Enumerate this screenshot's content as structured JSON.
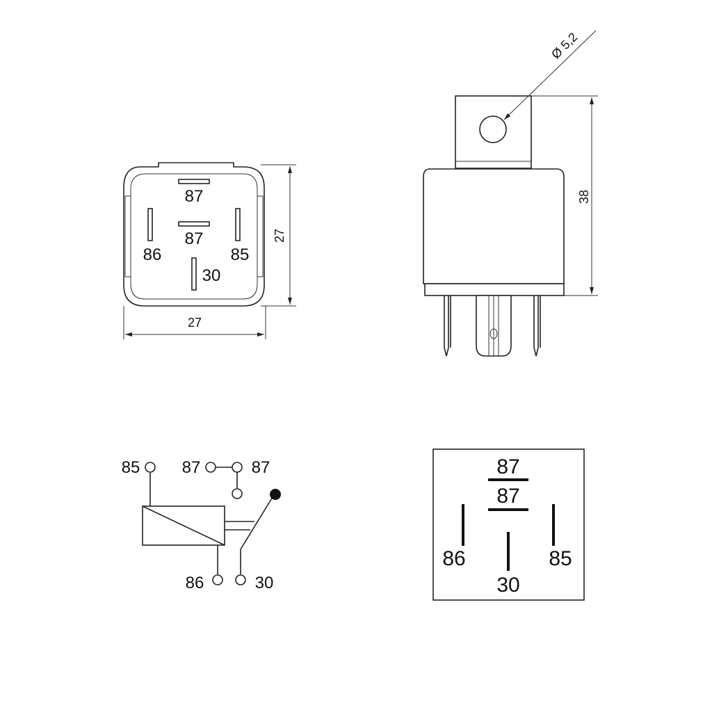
{
  "colors": {
    "line": "#222222",
    "background": "#ffffff"
  },
  "top_view": {
    "pin_87_upper": "87",
    "pin_87_lower": "87",
    "pin_86": "86",
    "pin_85": "85",
    "pin_30": "30",
    "width_dim": "27",
    "height_dim": "27"
  },
  "side_view": {
    "hole_dim": "Ø 5,2",
    "height_dim": "38"
  },
  "schematic": {
    "pin_85": "85",
    "pin_87_left": "87",
    "pin_87_right": "87",
    "pin_86": "86",
    "pin_30": "30"
  },
  "pinout_box": {
    "pin_87_top": "87",
    "pin_87_mid": "87",
    "pin_86": "86",
    "pin_85": "85",
    "pin_30": "30"
  }
}
